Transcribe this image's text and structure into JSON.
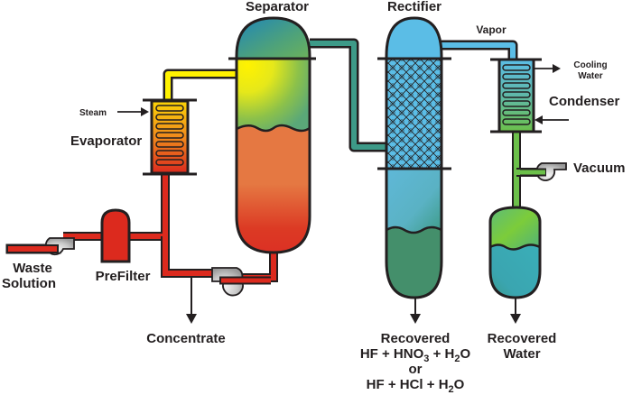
{
  "title": "Acid recovery process flow",
  "labels": {
    "separator": "Separator",
    "rectifier": "Rectifier",
    "vapor": "Vapor",
    "cooling_water_1": "Cooling",
    "cooling_water_2": "Water",
    "condenser": "Condenser",
    "vacuum": "Vacuum",
    "steam": "Steam",
    "evaporator": "Evaporator",
    "waste_1": "Waste",
    "waste_2": "Solution",
    "prefilter": "PreFilter",
    "concentrate": "Concentrate",
    "recovered_acid_1": "Recovered",
    "recovered_acid_2_a": "HF + HNO",
    "recovered_acid_2_sub": "3",
    "recovered_acid_2_b": " + H",
    "recovered_acid_2_sub2": "2",
    "recovered_acid_2_c": "O",
    "recovered_acid_or": "or",
    "recovered_acid_3_a": "HF + HCl + H",
    "recovered_acid_3_sub": "2",
    "recovered_acid_3_b": "O",
    "recovered_water_1": "Recovered",
    "recovered_water_2": "Water"
  },
  "colors": {
    "outline": "#231f20",
    "waste_red": "#dc2a1e",
    "concentrate_orange": "#e57842",
    "vapor_yellow": "#fff200",
    "teal_pipe": "#3d9a88",
    "vapor_blue": "#5bbde6",
    "condensate_green": "#6cc04a",
    "acid_green": "#448f6b",
    "water_teal": "#3aa9b5",
    "pump_gray": "#c8c8c8"
  }
}
